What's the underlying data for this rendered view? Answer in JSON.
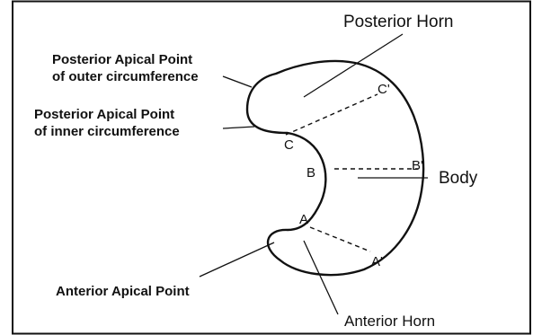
{
  "labels": {
    "posterior_horn": "Posterior Horn",
    "posterior_apical_outer_line1": "Posterior Apical Point",
    "posterior_apical_outer_line2": "of outer circumference",
    "posterior_apical_inner_line1": "Posterior Apical Point",
    "posterior_apical_inner_line2": "of inner circumference",
    "body": "Body",
    "anterior_apical_point": "Anterior Apical Point",
    "anterior_horn": "Anterior Horn"
  },
  "points": {
    "a": "A",
    "a_prime": "A'",
    "b": "B",
    "b_prime": "B'",
    "c": "C",
    "c_prime": "C'"
  },
  "colors": {
    "ink": "#111111",
    "background": "#ffffff"
  }
}
